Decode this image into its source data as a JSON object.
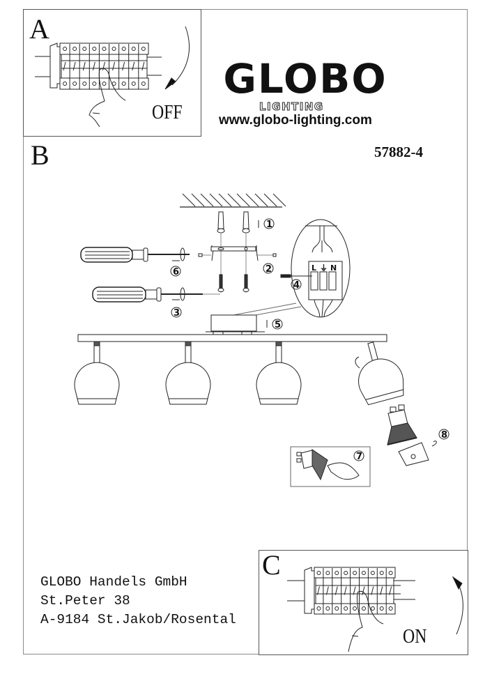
{
  "brand": {
    "name": "GLOBO",
    "subtitle": "LIGHTING",
    "website": "www.globo-lighting.com"
  },
  "model_number": "57882-4",
  "sections": {
    "a": {
      "letter": "A",
      "label": "OFF",
      "icon": "circuit-breaker-off-icon"
    },
    "b": {
      "letter": "B"
    },
    "c": {
      "letter": "C",
      "label": "ON",
      "icon": "circuit-breaker-on-icon"
    }
  },
  "steps": [
    "1",
    "2",
    "3",
    "4",
    "5",
    "6",
    "7",
    "8"
  ],
  "terminal_labels": [
    "L",
    "⏚",
    "N"
  ],
  "address": {
    "company": "GLOBO Handels GmbH",
    "street": "St.Peter 38",
    "city": "A-9184 St.Jakob/Rosental"
  }
}
